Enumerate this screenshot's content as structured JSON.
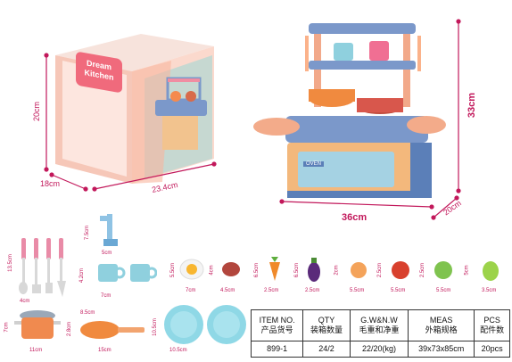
{
  "box": {
    "logo_line1": "Dream",
    "logo_line2": "Kitchen",
    "height": "20cm",
    "depth": "18cm",
    "width": "23.4cm"
  },
  "kitchen": {
    "oven_label": "OVEN",
    "height": "33cm",
    "depth": "20cm",
    "width": "36cm"
  },
  "accessories": {
    "utensils_height": "13.5cm",
    "utensils_width": "4cm",
    "faucet_height": "7.5cm",
    "faucet_width": "5cm",
    "cup_height": "4.2cm",
    "cup_width": "7cm",
    "pot_height": "7cm",
    "pot_width": "11cm",
    "pan_height": "2.8cm",
    "pan_top": "8.5cm",
    "pan_width": "15cm",
    "plate_height": "10.5cm",
    "plate_width": "10.5cm"
  },
  "foods": [
    {
      "name": "egg",
      "h": "5.5cm",
      "w": "7cm"
    },
    {
      "name": "meat",
      "h": "4cm",
      "w": "4.5cm"
    },
    {
      "name": "carrot",
      "h": "6.5cm",
      "w": "2.5cm"
    },
    {
      "name": "eggplant",
      "h": "6.5cm",
      "w": "2.5cm"
    },
    {
      "name": "orange",
      "h": "2cm",
      "w": "5.5cm"
    },
    {
      "name": "tomato",
      "h": "2.5cm",
      "w": "5.5cm"
    },
    {
      "name": "cabbage",
      "h": "2.5cm",
      "w": "5.5cm"
    },
    {
      "name": "pepper",
      "h": "5cm",
      "w": "3.5cm"
    }
  ],
  "spec": {
    "headers": [
      "ITEM NO.",
      "QTY",
      "G.W&N.W",
      "MEAS",
      "PCS"
    ],
    "headers_cn": [
      "产品货号",
      "装箱数量",
      "毛重和净重",
      "外箱规格",
      "配件数"
    ],
    "values": [
      "899-1",
      "24/2",
      "22/20(kg)",
      "39x73x85cm",
      "20pcs"
    ]
  },
  "colors": {
    "dimension": "#c2185b",
    "blue": "#7a97c9",
    "peach": "#f6b98f",
    "orange": "#f0843a"
  }
}
